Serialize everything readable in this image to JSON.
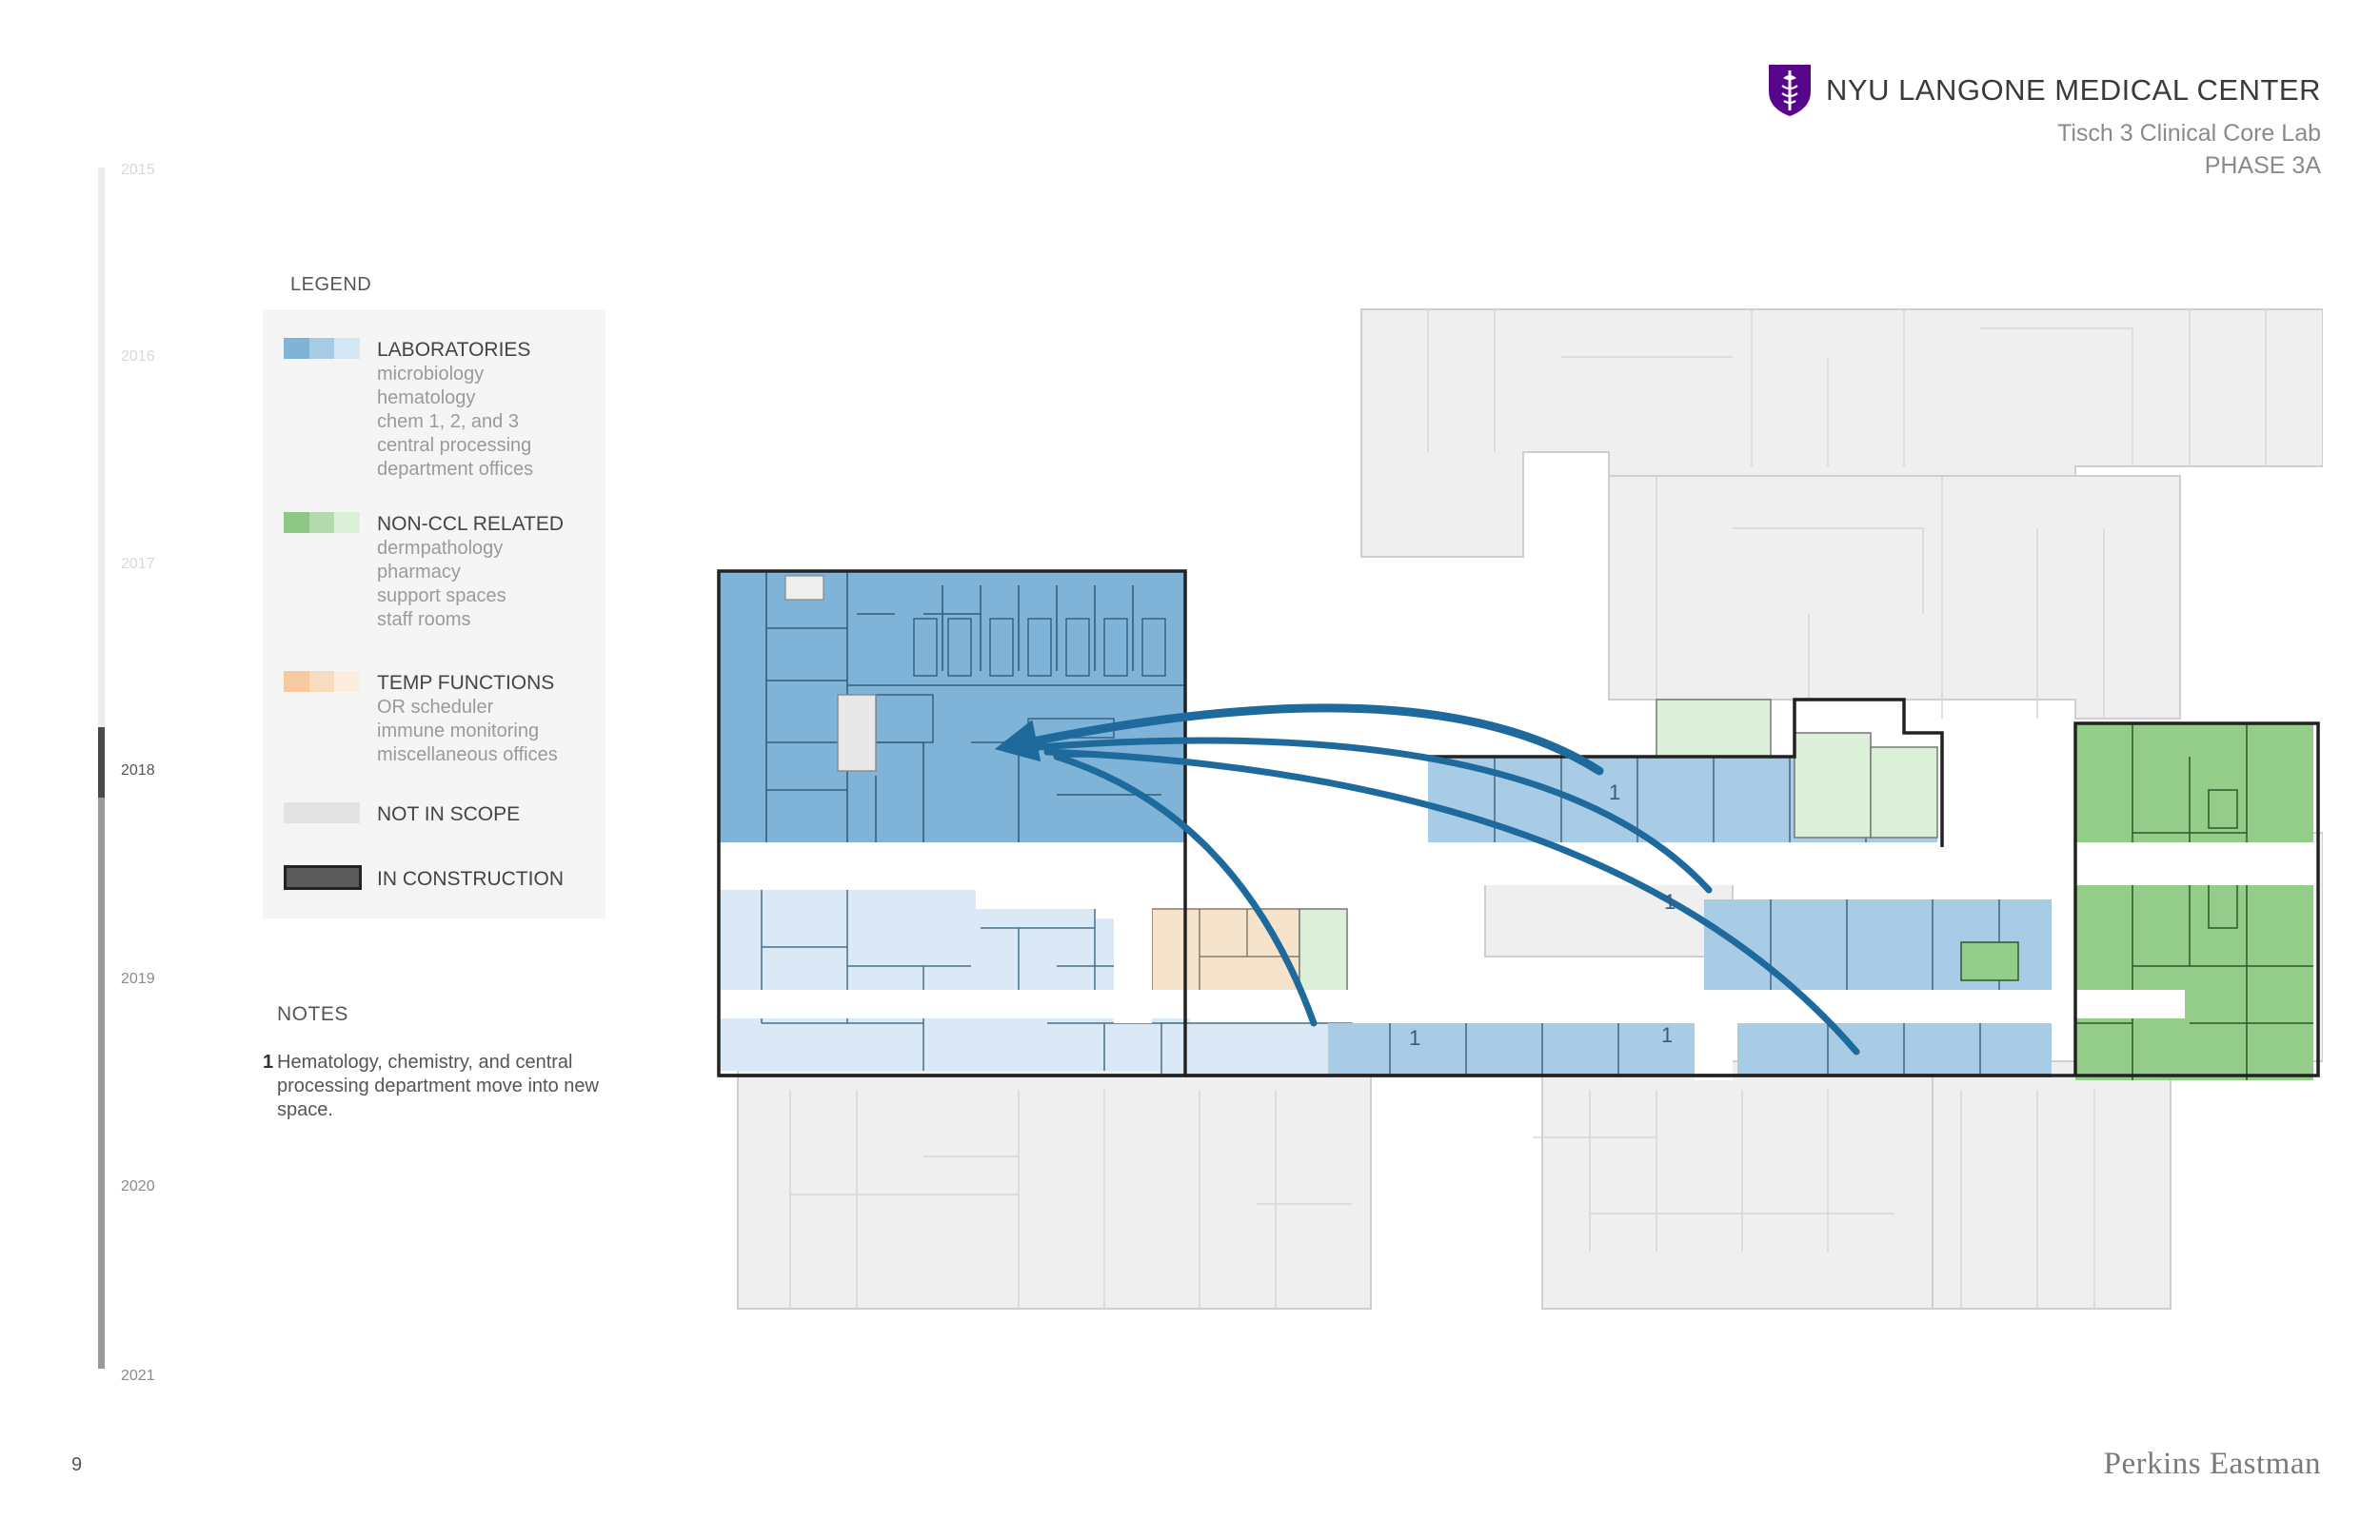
{
  "header": {
    "org": "NYU LANGONE MEDICAL CENTER",
    "project": "Tisch 3 Clinical Core Lab",
    "phase": "PHASE 3A"
  },
  "timeline": {
    "years": [
      "2015",
      "2016",
      "2017",
      "2018",
      "2019",
      "2020",
      "2021"
    ],
    "current": "2018"
  },
  "legend": {
    "title": "LEGEND",
    "items": [
      {
        "label": "LABORATORIES",
        "subs": [
          "microbiology",
          "hematology",
          "chem 1, 2, and 3",
          "central processing",
          "department offices"
        ],
        "colors": [
          "#7fb4d8",
          "#a8cce6",
          "#d4e7f4"
        ]
      },
      {
        "label": "NON-CCL RELATED",
        "subs": [
          "dermpathology",
          "pharmacy",
          "support spaces",
          "staff rooms"
        ],
        "colors": [
          "#8fc886",
          "#b4dbad",
          "#dcefd8"
        ]
      },
      {
        "label": "TEMP FUNCTIONS",
        "subs": [
          "OR scheduler",
          "immune monitoring",
          "miscellaneous offices"
        ],
        "colors": [
          "#f6c9a0",
          "#f9dcc0",
          "#fcecdd"
        ]
      },
      {
        "label": "NOT IN SCOPE",
        "subs": [],
        "colors": [
          "#e3e3e3"
        ]
      },
      {
        "label": "IN CONSTRUCTION",
        "subs": [],
        "colors": [
          "#5a5a5a"
        ]
      }
    ]
  },
  "notes": {
    "title": "NOTES",
    "items": [
      {
        "num": "1",
        "text": "Hematology, chemistry, and central processing department move into new space."
      }
    ]
  },
  "plan": {
    "room_labels": [
      "1",
      "1",
      "1",
      "1"
    ],
    "colors": {
      "lab_dark": "#7fb4d8",
      "lab_mid": "#a8cce6",
      "lab_light": "#dae9f5",
      "noncc_dark": "#94cd8a",
      "noncc_light": "#dcefd8",
      "temp": "#f6e3cc",
      "not_in_scope": "#eeeeee",
      "construction_outline": "#222222",
      "arrow": "#1f6a9c"
    }
  },
  "footer": {
    "page_number": "9",
    "firm": "Perkins Eastman"
  }
}
